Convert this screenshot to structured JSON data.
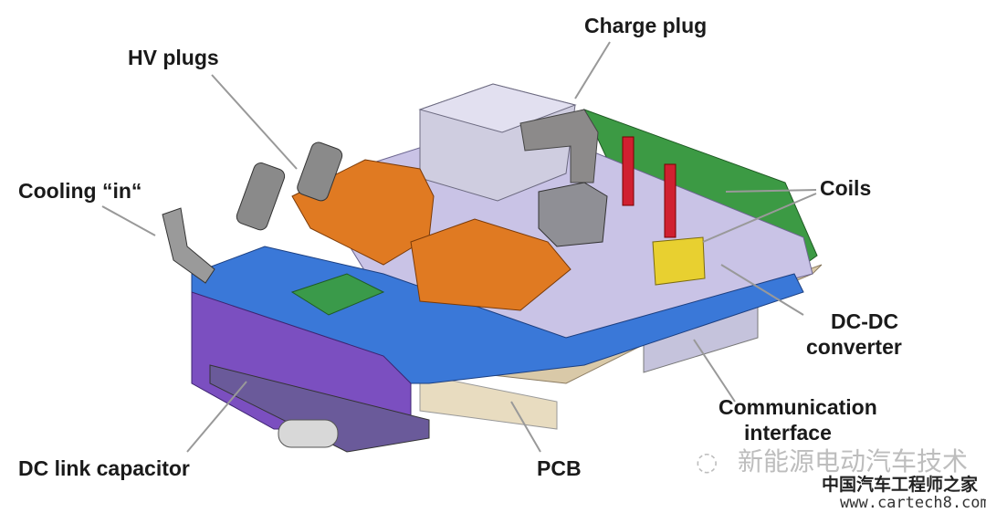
{
  "labels": {
    "charge_plug": "Charge plug",
    "hv_plugs": "HV plugs",
    "cooling_in": "Cooling “in“",
    "coils": "Coils",
    "dcdc_line1": "DC-DC",
    "dcdc_line2": "converter",
    "comm_line1": "Communication",
    "comm_line2": "interface",
    "dc_link": "DC link capacitor",
    "pcb": "PCB"
  },
  "watermark": {
    "account": "新能源电动汽车技术",
    "site_name": "中国汽车工程师之家",
    "url": "www.cartech8.com"
  },
  "colors": {
    "housing_blue": "#3a78d8",
    "capacitor_purple": "#7b4fc0",
    "plug_orange": "#e07a22",
    "dcdc_green": "#2f8a3a",
    "coil_yellow": "#e8d030",
    "cover_lavender": "#c9c3e6"
  }
}
